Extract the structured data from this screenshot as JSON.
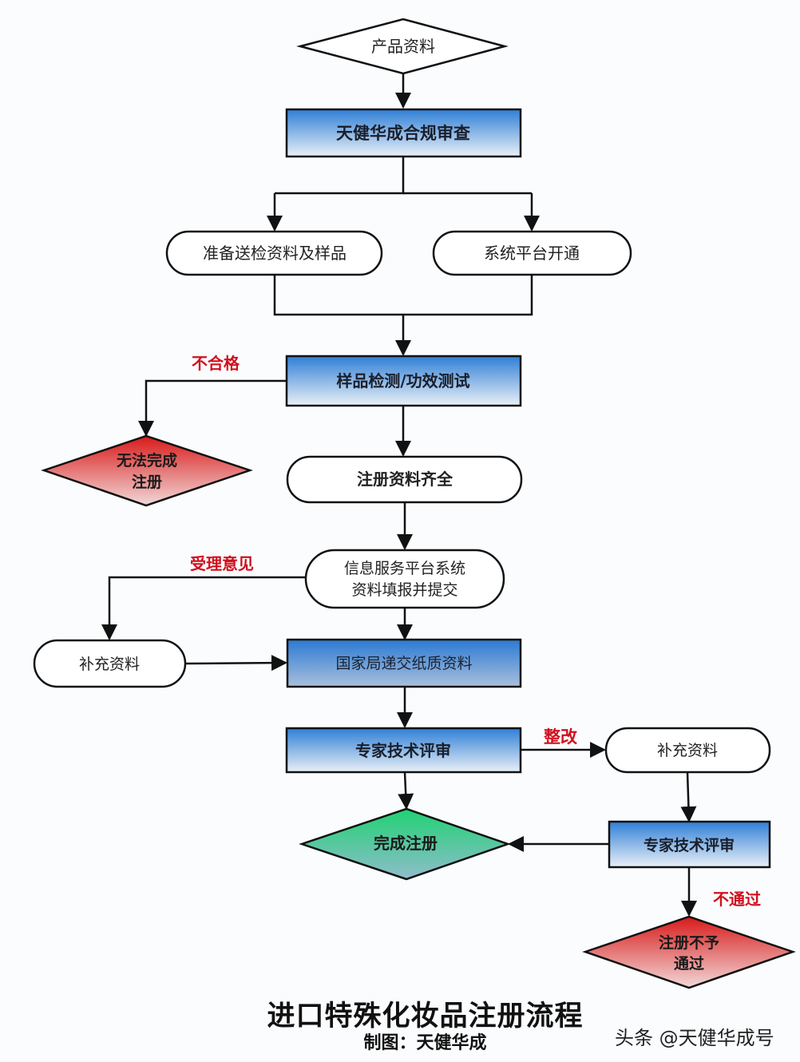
{
  "diagram": {
    "nodes": {
      "product_info": "产品资料",
      "compliance_review": "天健华成合规审查",
      "prepare_samples": "准备送检资料及样品",
      "platform_open": "系统平台开通",
      "sample_testing": "样品检测/功效测试",
      "cannot_complete_line1": "无法完成",
      "cannot_complete_line2": "注册",
      "docs_complete": "注册资料齐全",
      "platform_submit_line1": "信息服务平台系统",
      "platform_submit_line2": "资料填报并提交",
      "supplement_left": "补充资料",
      "paper_submission": "国家局递交纸质资料",
      "expert_review": "专家技术评审",
      "supplement_right": "补充资料",
      "complete_registration": "完成注册",
      "expert_review_2": "专家技术评审",
      "rejected_line1": "注册不予",
      "rejected_line2": "通过"
    },
    "edge_labels": {
      "unqualified": "不合格",
      "acceptance_opinion": "受理意见",
      "rectify": "整改",
      "not_passed": "不通过"
    }
  },
  "footer": {
    "title": "进口特殊化妆品注册流程",
    "subtitle": "制图：天健华成",
    "watermark": "头条 @天健华成号"
  },
  "colors": {
    "box_blue_top": "#2f7fd6",
    "box_blue_bottom": "#e8eef6",
    "red_top": "#d81c1c",
    "red_bottom": "#f0d4d4",
    "green_top": "#1fcf72",
    "green_bottom": "#8fbfca",
    "edge_label_red": "#d0101e"
  }
}
